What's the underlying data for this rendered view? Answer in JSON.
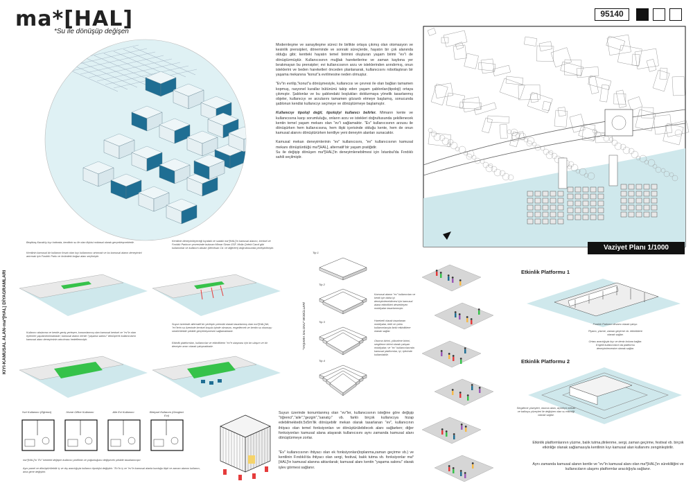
{
  "header": {
    "title": "ma*[HAL]",
    "subtitle": "*Su ile dönüşüp değişen",
    "code": "95140"
  },
  "main_text": {
    "p1": "Modernleşme ve sanayileşme süreci ile birlikte ortaya çıkmış olan otomasyon ve kesinlik prensipleri, döneminde ve sonraki süreçlerde, hayatın bir çok alanında olduğu gibi; kentteki hayatın temel birimini oluşturan yaşam birimi \"ev\"i de dönüştürmüştür. Kullanıcısının muğlak hareketlerine ve zaman kaybına yer bırakmayan bu prensipler; evi kullanıcısının arzu ve isteklerinden arındırmış, onun isteklerini ve beden hareketleri önceden planlanarak, kullanıcısını robotlaştıran bir yaşama mekanına \"konut\"a evrilmesine neden olmuştur.",
    "p2": "\"Ev\"in evrilip,\"konut\"a dönüşmesiyle, kullanıcısı ve çevresi ile olan bağları tamamen kopmuş, rasyonel kurallar bütününü takip eden yaşam şablonları(tipoloji) ortaya çıkmıştır. Şablonlar ve bu şablondaki boşlukları doldurmaya yönelik tasarlanmış objeler, kullanıcıyı ve arzularını tamamen gözardı etmeye başlamış, sonucunda şablonun kendisi kullanıcıyı seçmeye ve dönüştürmeye başlamıştır.",
    "p3_bold": "Kullanıcıyı tipoloji değil, tipolojiyi kullanıcı belirler.",
    "p3": " Mimarın kente ve kullanıcısına karşı sorumluluğu, onların arzu ve istekleri doğrultusunda şekillenecek kentin temel yaşam mekanı olan \"ev\"i sağlamaktır. \"Ev\" kullanıcısının arzusu ile dönüşürken hem kullanıcısına, hem ilişki içerisinde olduğu kente, hem de onun kamusal alanını dönüştürürken kentliye yeni deneyim alanları sunacaktır.",
    "p4": "Kamusal mekan deneyimlerinin \"ev\" kullanıcısını, \"ev\" kullanıcısının kamusal mekanı dönüştürdüğü ma*[HAL], alternatif bir yaşam pratiğidir.",
    "p5": "Su ile değişip dönüşen ma*[HAL]'in deneyimlenebilmesi için İstanbul'da Fındıklı sahili seçilmiştir."
  },
  "site_plan": {
    "label": "Vaziyet Planı 1/1000"
  },
  "diagrams": {
    "vertical_title": "KIYI-KAMUSAL ALAN-ma*[HAL] DİYAGRAMLARI",
    "cap1": "Beşiktaş-Karaköy kıyı hattında, kentlinin su ile olan ilişkisi noktasal olarak gerçekleşmektedir.",
    "cap1b": "Kentlinin kamusal bir kullanım fırsatı olan kıyı kullanımını artırmak ve bu kamusal alanın deneyimini artırmak için Fındıklı Parkı ve önündeki boğaz alanı seçilmiştir.",
    "cap2": "Kentlinin deneyimleyeceği kıyıdaki ve sudaki ma*[HAL]'in kamusal alanını, kentsel ve Fındıklı Parkının çevresinde bulunan Mimar Sinan GSF, Molla Çelebi Camii gibi kullanımlar ve kullanım aksları (Meclisan Cd. ve diğerleri) doğrultusunda yerleştirilmiştir.",
    "cap3": "Kullanıcı akslarına ve kentle geniş yerleşen, konumlanmış olan kamusal kentsel ve \"ev\"in olan eylemler yapılandırılmaktadır; kamusal alanın kentin \"yaşama salonu\" dönüşerek kullanıcıların kamusal alanı deneyiminin artırılması hedeflenmiştir.",
    "cap4": "Suyun üzerinde alternatif bir yerleşim prensibi olarak tasarlanmış olan ma*[HAL]'de, \"ev\"lerin su üzerinde kentsel koşulu içinde olmasını, engellemek ve kentin su okunuşu sürdürülebilir şekilde gerçekleşmesini sağlamaktadır.",
    "cap5": "Etkinlik platformları, kullanıcılar ve etkinliklerin \"ev\"e ulaşması için bir ulaşım ve bir deneyim aracı olarak çalışmaktadır."
  },
  "units": {
    "items": [
      {
        "label": "Yurt Kullanımı (Öğrenci)"
      },
      {
        "label": "Home Office Kullanımı"
      },
      {
        "label": "Aile Evi Kullanımı"
      },
      {
        "label": "Bireysel Kullanım (Gezginci Evi)"
      }
    ],
    "cap1": "ma*[HAL]'in \"Ev\" kentteki değişen kullanıcı profilinin ve yoğunluğunu değişecek şekilde tasarlanmıştır.",
    "cap2": "Aynı panel ve dönüştürülebilir iç ve dış aracılığıyla kullanıcı tipolojisi değiştirir. \"Ev\"in iç ve \"ev\"in kamusal alanla kurduğu ilişki ve zaman alanını kullanıcı, ama gene değiştirir."
  },
  "modules": {
    "vertical_title": "\"YAŞAMA SALONU\" MODÜLLERİ",
    "tips": [
      "Tip 1",
      "Tip 2",
      "Tip 3",
      "Tip 4"
    ],
    "d1": "Kamusal alanın \"ev\" kullanıcıları ve kentli için daha iyi deneyimlenebilmesi için kamusal alana etkinlikleri destekleyen mobilyalar tasarlanmıştır.",
    "d2": "Hareketli olarak tasarlanan mobilyalar, tekli ve çoklu kullanımlarıyla farklı etkinliklere olanak sağlar.",
    "d3": "Oturma birimi, yükselme birimi, sergileme birimi olarak çalışan mobilyalar; ve \"ev\" kullanıcılarında kamusal platformlar, içi, içlerinde kullanılabilir.",
    "text1": "Suyun üzerinde konumlanmış olan \"ev\"ler, kullanıcısının isteğine göre değişip \"öğrenci\",\"aile\",\"gezgin\",\"sanatçı\" vb. farklı birçok kullanıcıya hizap edebilmektedir.5x5m'lik dönüşebilir mekan olarak tasarlanan \"ev\", kullanıcının ihtiyacı olan temel fonksiyonları ve dönüştürülebilecek alanı sağlarken; diğer fonksiyonları kamusal alana atayarak kullanıcısını aynı zamanda kamusal alanı dönüştürmeye zorlar.",
    "text2": "\"Ev\" kullanıcısının ihtiyacı olan ek fonksiyonları(toplanma,zaman geçirme vb.) ve kentlinin Fındıklı'da ihtiyacı olan sergi, festival, balık tutma vb. fonksiyonlar ma*[HAL]'in kamusal alanına aktarılarak; kamusal alanı kentin \"yaşama salonu\" olarak işlev görmesi sağlanır."
  },
  "platforms": {
    "p1": "Etkinlik Platformu 1",
    "p2": "Etkinlik Platformu 2",
    "c1": "Fındıklı Parkının devamı olarak çalışır.",
    "c1b": "Piyano, yüzme, zaman geçirme vb. etkinliklere olanak sağlar.",
    "c2": "Ortası aracılığıyla kıyı ve deniz boluna bağlar. Engelli kullanıcıların da platformu deneyimlemesine olanak sağlar.",
    "c3": "Sergileme yüzeyleri, oturma alanı, açıkölçü mekan ve balkoyu yüzeyleri ile değişken olan su etkinliği olanak sağlar.",
    "text1": "Etkinlik platformlarının yüzme, balık tutma,dinlenme, sergi, zaman geçirme, festival vb. birçok etkinliğe olanak sağlamasıyla kentlinin kıyı kamusal alan kullanımı zenginleştirilir.",
    "text2": "Aynı zamanda kamusal alanın kentle ve \"ev\"in kamusal alanı olan ma*[HAL]'ın sürekliliğini ve kullanıcıların ulaşımı platformlar aracılığıyla sağlanır."
  },
  "colors": {
    "water": "#cfe8ec",
    "accent": "#1f6e93",
    "green": "#36c24a",
    "red": "#e53b3b",
    "dark": "#111111"
  }
}
